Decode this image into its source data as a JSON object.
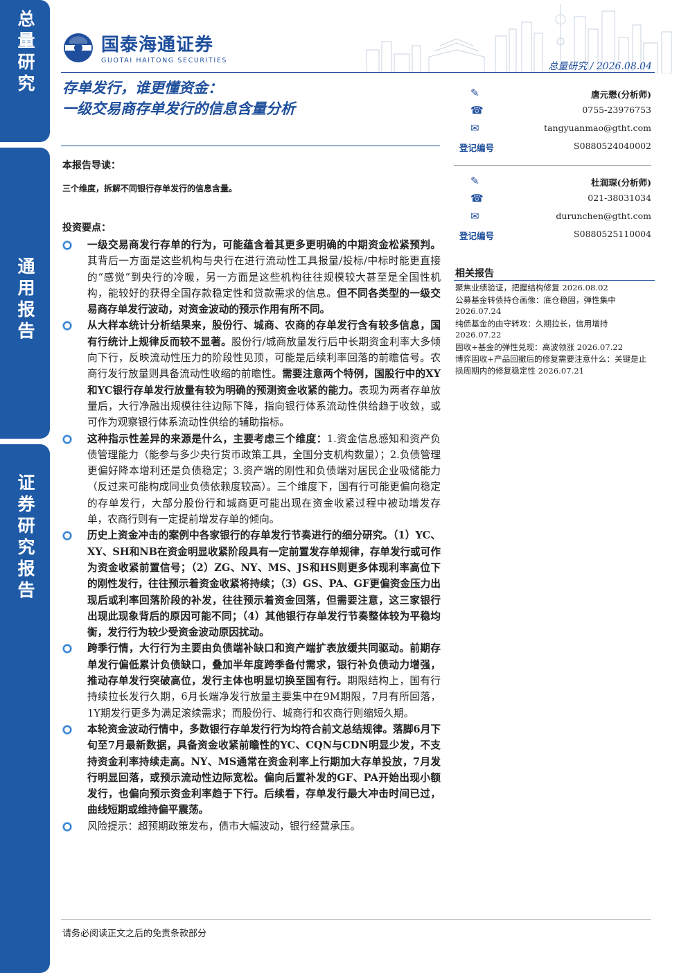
{
  "sidebar": {
    "tab1": "总量研究",
    "tab2": "通用报告",
    "tab3": "证券研究报告"
  },
  "header": {
    "logo_cn": "国泰海通证券",
    "logo_en": "GUOTAI HAITONG SECURITIES",
    "meta": "总量研究 / 2026.08.04"
  },
  "title": {
    "line1": "存单发行，谁更懂资金：",
    "line2": "一级交易商存单发行的信息含量分析"
  },
  "guide": {
    "heading": "本报告导读：",
    "text": "三个维度，拆解不同银行存单发行的信息含量。"
  },
  "points": {
    "heading": "投资要点：",
    "items": [
      {
        "bold": "一级交易商发行存单的行为，可能蕴含着其更多更明确的中期资金松紧预判。",
        "text": "其背后一方面是这些机构与央行在进行流动性工具报量/投标/中标时能更直接的“感觉”到央行的冷暖，另一方面是这些机构往往规模较大甚至是全国性机构，能较好的获得全国存款稳定性和贷款需求的信息。",
        "bold2": "但不同各类型的一级交易商存单发行波动，对资金波动的预示作用有所不同。",
        "text2": ""
      },
      {
        "bold": "从大样本统计分析结果来，股份行、城商、农商的存单发行含有较多信息，国有行统计上规律反而较不显著。",
        "text": "股份行/城商放量发行后中长期资金利率大多倾向下行，反映流动性压力的阶段性见顶，可能是后续利率回落的前瞻信号。农商行发行放量则具备流动性收缩的前瞻性。",
        "bold2": "需要注意两个特例，国股行中的XY和YC银行存单发行放量有较为明确的预测资金收紧的能力。",
        "text2": "表现为两者存单放量后，大行净融出规模往往边际下降，指向银行体系流动性供给趋于收敛，或可作为观察银行体系流动性供给的辅助指标。"
      },
      {
        "bold": "这种指示性差异的来源是什么，主要考虑三个维度：",
        "text": "1.资金信息感知和资产负债管理能力（能参与多少央行货币政策工具，全国分支机构数量）；2.负债管理更偏好降本增利还是负债稳定；3.资产端的刚性和负债端对居民企业吸储能力（反过来可能构成同业负债依赖度较高）。三个维度下，国有行可能更偏向稳定的存单发行，大部分股份行和城商更可能出现在资金收紧过程中被动增发存单，农商行则有一定提前增发存单的倾向。",
        "bold2": "",
        "text2": ""
      },
      {
        "bold": "历史上资金冲击的案例中各家银行的存单发行节奏进行的细分研究。（1）YC、XY、SH和NB在资金明显收紧阶段具有一定前置发存单规律，存单发行或可作为资金收紧前置信号；（2）ZG、NY、MS、JS和HS则更多体现利率高位下的刚性发行，往往预示着资金收紧将持续；（3）GS、PA、GF更偏资金压力出现后或利率回落阶段的补发，往往预示着资金回落，但需要注意，这三家银行出现此现象背后的原因可能不同；（4）其他银行存单发行节奏整体较为平稳均衡，发行行为较少受资金波动原因扰动。",
        "text": "",
        "bold2": "",
        "text2": ""
      },
      {
        "bold": "跨季行情，大行行为主要由负债端补缺口和资产端扩表放缓共同驱动。前期存单发行偏低累计负债缺口，叠加半年度跨季备付需求，银行补负债动力增强，推动存单发行突破高位，发行主体也明显切换至国有行。",
        "text": "期限结构上，国有行持续拉长发行久期，6月长端净发行放量主要集中在9M期限，7月有所回落，1Y期发行更多为满足滚续需求；而股份行、城商行和农商行则缩短久期。",
        "bold2": "",
        "text2": ""
      },
      {
        "bold": "本轮资金波动行情中，多数银行存单发行行为均符合前文总结规律。落脚6月下旬至7月最新数据，具备资金收紧前瞻性的YC、CQN与CDN明显少发，不支持资金利率持续走高。NY、MS通常在资金利率上行期加大存单投放，7月发行明显回落，或预示流动性边际宽松。偏向后置补发的GF、PA开始出现小额发行，也偏向预示资金利率趋于下行。后续看，存单发行最大冲击时间已过，曲线短期或维持偏平震荡。",
        "text": "",
        "bold2": "",
        "text2": ""
      },
      {
        "bold": "",
        "text": "风险提示：超预期政策发布，债市大幅波动，银行经营承压。",
        "bold2": "",
        "text2": ""
      }
    ]
  },
  "analysts": [
    {
      "name": "唐元懋(分析师)",
      "phone": "0755-23976753",
      "email": "tangyuanmao@gtht.com",
      "reg_label": "登记编号",
      "reg": "S0880524040002"
    },
    {
      "name": "杜润琛(分析师)",
      "phone": "021-38031034",
      "email": "durunchen@gtht.com",
      "reg_label": "登记编号",
      "reg": "S0880525110004"
    }
  ],
  "related": {
    "heading": "相关报告",
    "items": [
      "聚焦业绩验证，把握结构修复 2026.08.02",
      "公募基金转债持仓画像：底仓稳固，弹性集中 2026.07.24",
      "纯债基金的由守转攻：久期拉长，信用增持 2026.07.22",
      "固收+基金的弹性兑现：高波领涨 2026.07.22",
      "博弈固收+产品回撤后的修复需要注意什么：关键是止损周期内的修复稳定性 2026.07.21"
    ]
  },
  "footer": "请务必阅读正文之后的免责条款部分",
  "colors": {
    "brand": "#1f5aa6",
    "title": "#1f4f9c"
  }
}
